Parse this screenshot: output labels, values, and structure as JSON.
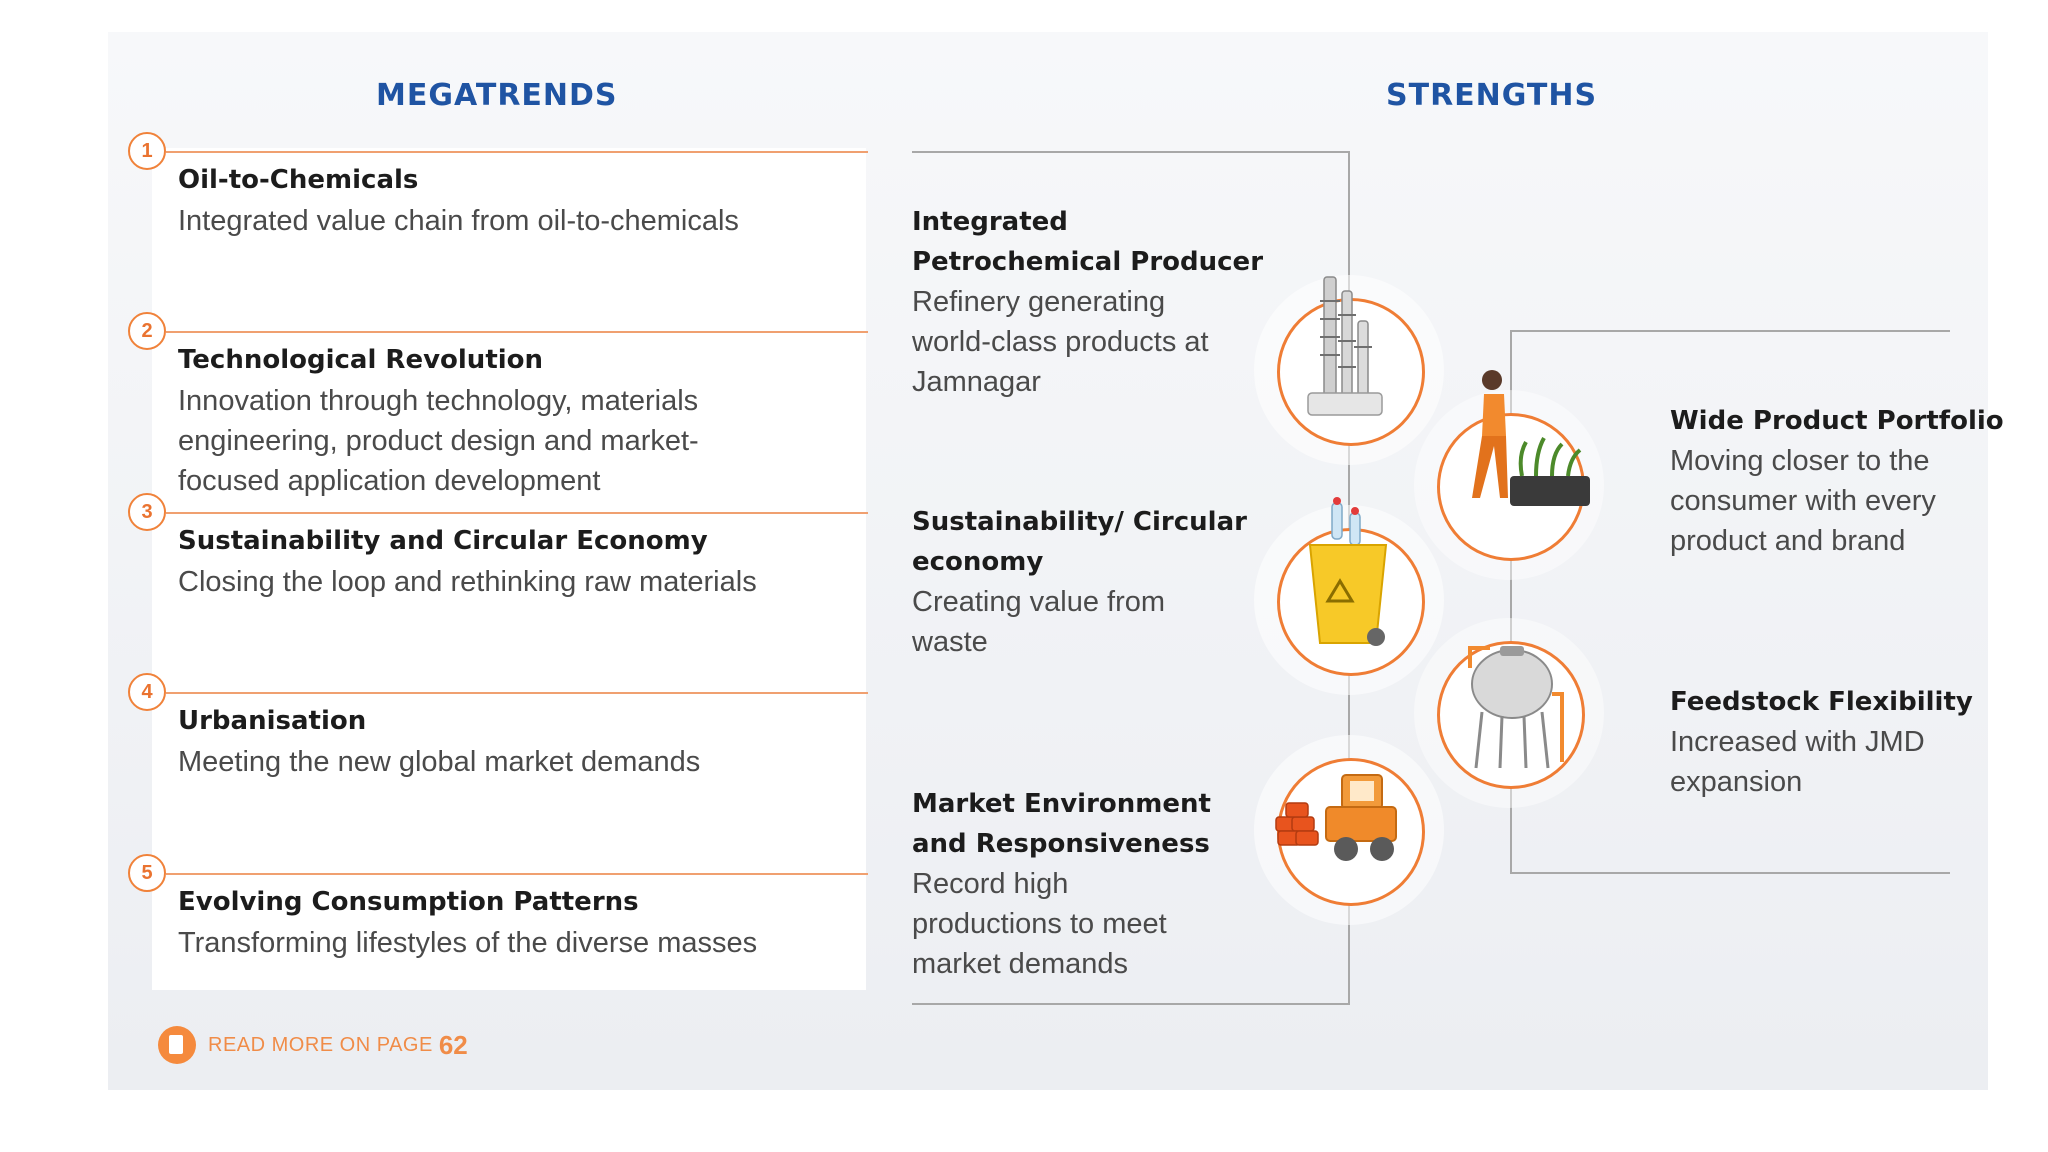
{
  "megatrends": {
    "heading": "MEGATRENDS",
    "items": [
      {
        "number": "1",
        "title": "Oil-to-Chemicals",
        "description": "Integrated value chain from oil-to-chemicals"
      },
      {
        "number": "2",
        "title": "Technological Revolution",
        "description": " Innovation through technology, materials engineering, product design and market-focused application development"
      },
      {
        "number": "3",
        "title": "Sustainability and Circular Economy",
        "description": "Closing the loop and rethinking raw materials"
      },
      {
        "number": "4",
        "title": "Urbanisation",
        "description": "Meeting the new global market demands"
      },
      {
        "number": "5",
        "title": "Evolving Consumption Patterns",
        "description": "Transforming lifestyles of the diverse masses"
      }
    ]
  },
  "strengths": {
    "heading": "STRENGTHS",
    "items": [
      {
        "title": "Integrated Petrochemical Producer",
        "description": "Refinery generating world-class products at Jamnagar",
        "icon": "refinery-icon"
      },
      {
        "title": "Sustainability/ Circular economy",
        "description": "Creating value from waste",
        "icon": "recycle-bin-icon"
      },
      {
        "title": "Market Environment and Responsiveness",
        "description": "Record high productions to meet market demands",
        "icon": "bulldozer-icon"
      },
      {
        "title": "Wide Product Portfolio",
        "description": "Moving closer to the consumer with every product and brand",
        "icon": "gardener-plants-icon"
      },
      {
        "title": "Feedstock Flexibility",
        "description": "Increased with JMD expansion",
        "icon": "storage-tank-icon"
      }
    ]
  },
  "read_more": {
    "label": "READ MORE ON PAGE",
    "page": "62"
  },
  "colors": {
    "heading": "#1f54a3",
    "accent": "#ef7d35",
    "line": "#a8a8a8"
  }
}
